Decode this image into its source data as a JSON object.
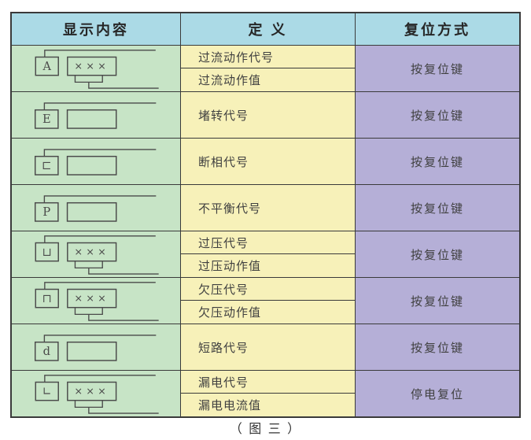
{
  "table": {
    "headers": [
      {
        "label": "显示内容"
      },
      {
        "label": "定 义"
      },
      {
        "label": "复位方式"
      }
    ],
    "rows": [
      {
        "display": {
          "code": "A",
          "value": "×××"
        },
        "definitions": [
          "过流动作代号",
          "过流动作值"
        ],
        "reset": "按复位键"
      },
      {
        "display": {
          "code": "E",
          "value": ""
        },
        "definitions": [
          "堵转代号"
        ],
        "reset": "按复位键"
      },
      {
        "display": {
          "code": "⊏",
          "value": ""
        },
        "definitions": [
          "断相代号"
        ],
        "reset": "按复位键"
      },
      {
        "display": {
          "code": "P",
          "value": ""
        },
        "definitions": [
          "不平衡代号"
        ],
        "reset": "按复位键"
      },
      {
        "display": {
          "code": "⊔",
          "value": "×××"
        },
        "definitions": [
          "过压代号",
          "过压动作值"
        ],
        "reset": "按复位键"
      },
      {
        "display": {
          "code": "⊓",
          "value": "×××"
        },
        "definitions": [
          "欠压代号",
          "欠压动作值"
        ],
        "reset": "按复位键"
      },
      {
        "display": {
          "code": "d",
          "value": ""
        },
        "definitions": [
          "短路代号"
        ],
        "reset": "按复位键"
      },
      {
        "display": {
          "code": "∟",
          "value": "×××"
        },
        "definitions": [
          "漏电代号",
          "漏电电流值"
        ],
        "reset": "停电复位"
      }
    ]
  },
  "caption": "（ 图 三 ）",
  "colors": {
    "header_bg": "#abdae6",
    "display_bg": "#c7e4c6",
    "definition_bg": "#f7f1b9",
    "reset_bg": "#b5afd7",
    "border": "#3a3a3a",
    "line": "#4a4a4a"
  }
}
